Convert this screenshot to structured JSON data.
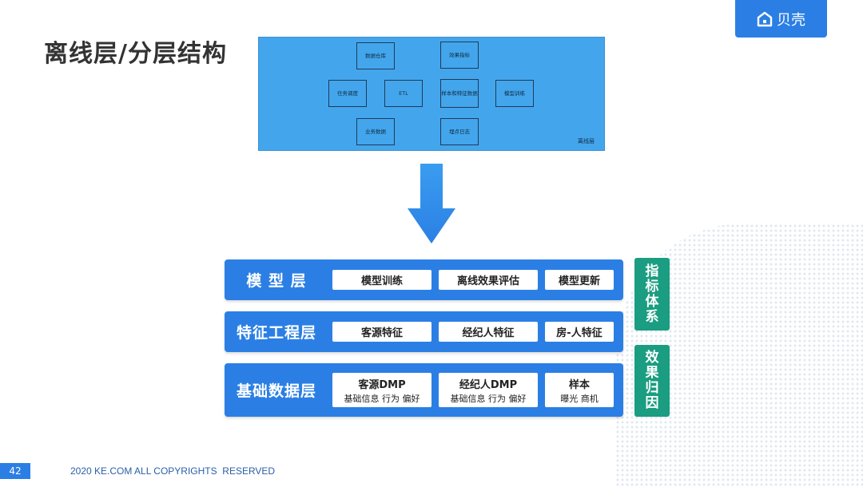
{
  "title": "离线层/分层结构",
  "logo": {
    "text": "贝壳",
    "icon": "house-icon"
  },
  "offline": {
    "label": "离线层",
    "boxes": [
      "数据仓库",
      "效果指标",
      "任务调度",
      "ETL",
      "样本和特征数据",
      "模型训练",
      "业务数据",
      "埋点日志"
    ]
  },
  "layers": {
    "model": {
      "name": "模 型 层",
      "chips": [
        "模型训练",
        "离线效果评估",
        "模型更新"
      ]
    },
    "feature": {
      "name": "特征工程层",
      "chips": [
        "客源特征",
        "经纪人特征",
        "房-人特征"
      ]
    },
    "base": {
      "name": "基础数据层",
      "chips": [
        {
          "title": "客源DMP",
          "sub": "基础信息 行为 偏好"
        },
        {
          "title": "经纪人DMP",
          "sub": "基础信息 行为 偏好"
        },
        {
          "title": "样本",
          "sub": "曝光 商机"
        }
      ]
    }
  },
  "side": {
    "metrics": [
      "指",
      "标",
      "体",
      "系"
    ],
    "attribution": [
      "效",
      "果",
      "归",
      "因"
    ]
  },
  "footer": {
    "page": "42",
    "copyright": "2020 KE.COM ALL COPYRIGHTS  RESERVED"
  },
  "colors": {
    "primary": "#2b7fe4",
    "offline_bg": "#43a6ec",
    "side": "#1a9d80"
  }
}
